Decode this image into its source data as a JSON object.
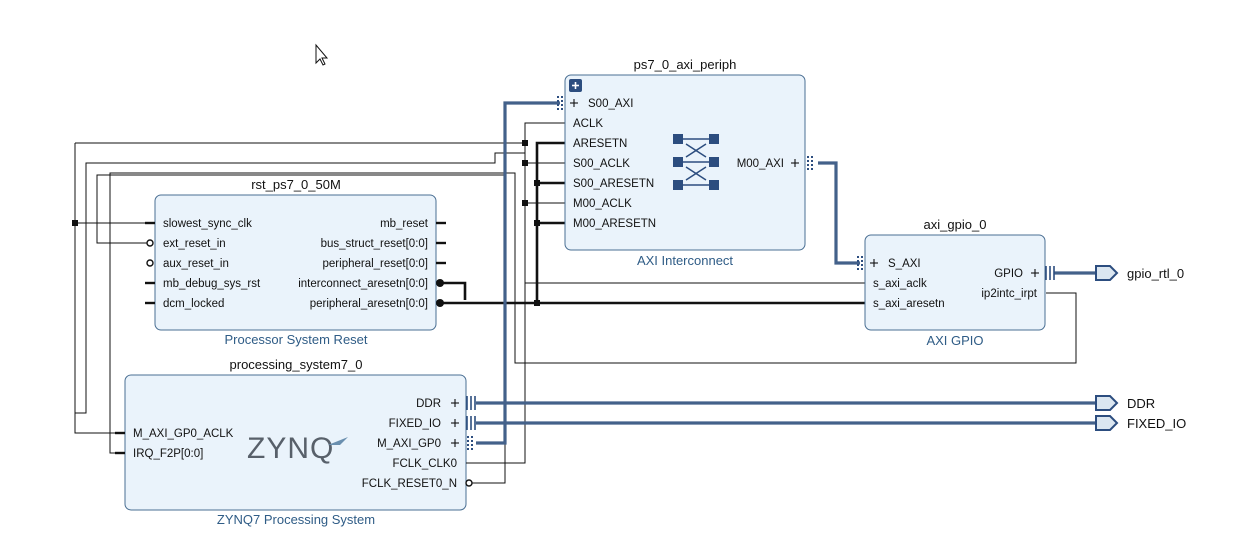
{
  "rst": {
    "name": "rst_ps7_0_50M",
    "type": "Processor System Reset",
    "inputs": [
      "slowest_sync_clk",
      "ext_reset_in",
      "aux_reset_in",
      "mb_debug_sys_rst",
      "dcm_locked"
    ],
    "outputs": [
      "mb_reset",
      "bus_struct_reset[0:0]",
      "peripheral_reset[0:0]",
      "interconnect_aresetn[0:0]",
      "peripheral_aresetn[0:0]"
    ]
  },
  "ps": {
    "name": "processing_system7_0",
    "type": "ZYNQ7 Processing System",
    "logo": "ZYNQ",
    "inputs": [
      "M_AXI_GP0_ACLK",
      "IRQ_F2P[0:0]"
    ],
    "outputs": [
      "DDR",
      "FIXED_IO",
      "M_AXI_GP0",
      "FCLK_CLK0",
      "FCLK_RESET0_N"
    ]
  },
  "ic": {
    "name": "ps7_0_axi_periph",
    "type": "AXI Interconnect",
    "inputs": [
      "S00_AXI",
      "ACLK",
      "ARESETN",
      "S00_ACLK",
      "S00_ARESETN",
      "M00_ACLK",
      "M00_ARESETN"
    ],
    "outputs": [
      "M00_AXI"
    ]
  },
  "gpio": {
    "name": "axi_gpio_0",
    "type": "AXI GPIO",
    "inputs": [
      "S_AXI",
      "s_axi_aclk",
      "s_axi_aresetn"
    ],
    "outputs": [
      "GPIO",
      "ip2intc_irpt"
    ]
  },
  "external_ports": [
    "gpio_rtl_0",
    "DDR",
    "FIXED_IO"
  ],
  "colors": {
    "block_fill": "#eaf3fb",
    "block_border": "#4a6f93",
    "bus": "#43618a",
    "subtitle": "#2f5c86"
  },
  "icons": {
    "pointer": "mouse-cursor-icon",
    "expand": "plus-box-icon",
    "crossbar": "crossbar-icon"
  }
}
